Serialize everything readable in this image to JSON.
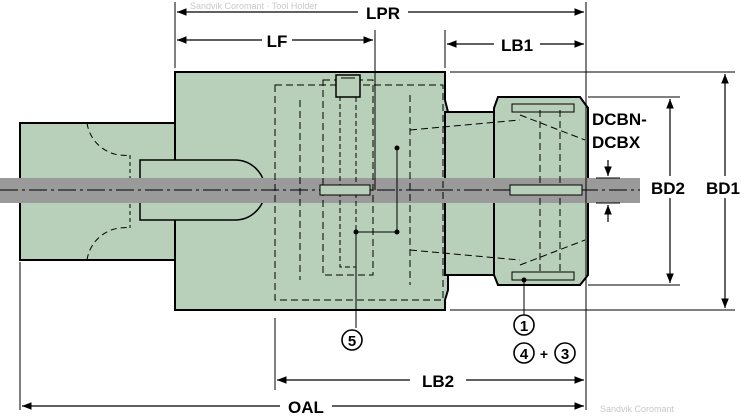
{
  "dimensions": {
    "lpr": "LPR",
    "lf": "LF",
    "lb1": "LB1",
    "dcbn_line1": "DCBN-",
    "dcbn_line2": "DCBX",
    "bd2": "BD2",
    "bd1": "BD1",
    "lb2": "LB2",
    "oal": "OAL"
  },
  "callouts": {
    "c5": "5",
    "c1": "1",
    "c4": "4",
    "plus": "+",
    "c3": "3"
  },
  "colors": {
    "body": "#b8cfb9",
    "shaft": "#9a9a9a",
    "line": "#000000"
  }
}
